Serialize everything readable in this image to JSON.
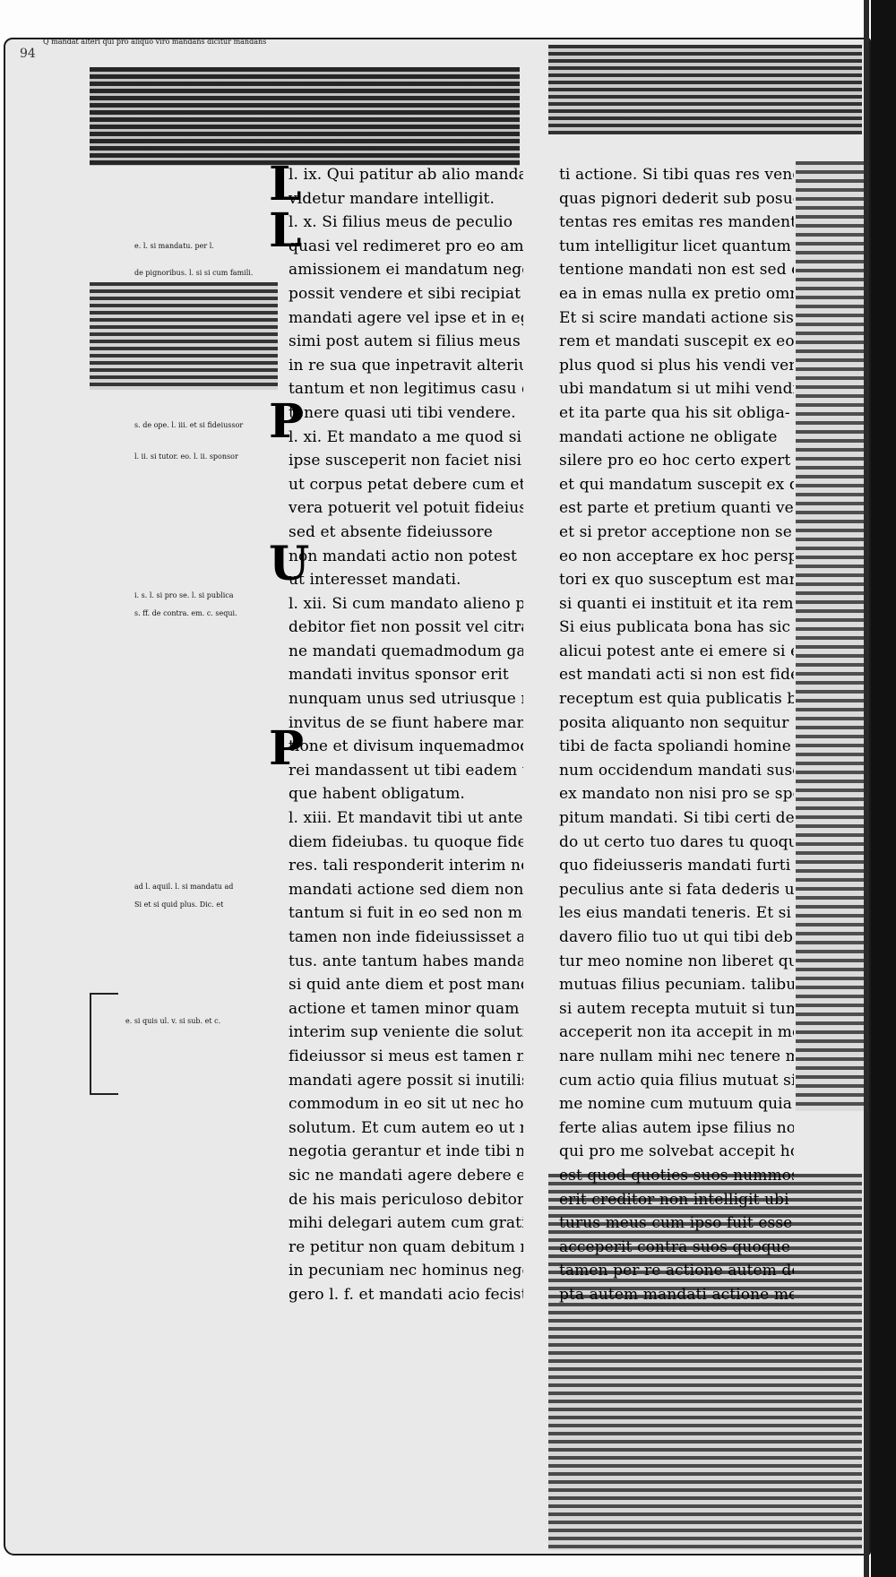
{
  "folio": "94",
  "header_note": "Q mandat alteri qui pro aliquo viro mandans dicitur mandans",
  "column_a": {
    "initials": [
      "L",
      "L",
      "P",
      "U",
      "P"
    ],
    "lines": [
      "l. ix. Qui patitur ab alio mandasse",
      "videtur mandare intelligit.",
      "l. x. Si filius meus de peculio",
      "quasi vel redimeret pro eo amisit",
      "amissionem ei mandatum negotium habet",
      "possit vendere et sibi recipiat",
      "mandati agere vel ipse et in egi-",
      "simi post autem si filius meus",
      "in re sua que inpetravit alterius volu-",
      "tantum et non legitimus casu debere mandati",
      "tenere quasi uti tibi vendere.",
      "l. xi. Et mandato a me quod si",
      "ipse susceperit non faciet nisi",
      "ut corpus petat debere cum et ille",
      "vera potuerit vel potuit fideiussori",
      "sed et absente fideiussore",
      "non mandati actio non potest",
      "ut interesset mandati.",
      "l. xii. Si cum mandato alieno peti-",
      "debitor fiet non possit vel citra actio-",
      "ne mandati quemadmodum galieni",
      "mandati invitus sponsor erit",
      "nunquam unus sed utriusque mandati",
      "invitus de se fiunt habere mandati ac-",
      "tione et divisum inquemadmodum si duo",
      "rei mandassent ut tibi eadem utri-",
      "que habent obligatum.",
      "l. xiii. Et mandavit tibi ut ante in-",
      "diem fideiubas. tu quoque fideiussisti solutus",
      "res. tali responderit interim non est",
      "mandati actione sed diem non excepit",
      "tantum si fuit in eo sed non mandati",
      "tamen non inde fideiussisset ante die solu-",
      "tus. ante tantum habes mandati actione",
      "si quid ante diem et post mandati",
      "actione et tamen minor quam",
      "interim sup veniente die soluti",
      "fideiussor si meus est tamen nec tibi",
      "mandati agere possit si inutilis ad hoc",
      "commodum in eo sit ut nec hoc ante die",
      "solutum. Et cum autem eo ut mea",
      "negotia gerantur et inde tibi mandato",
      "sic ne mandati agere debere et ut",
      "de his mais periculoso debitore sed",
      "mihi delegari autem cum gratis fideiusso-",
      "re petitur non quam debitum me",
      "in pecuniam nec hominus negotium illi",
      "gero l. f. et mandati acio fecisti manda-"
    ]
  },
  "column_b": {
    "lines": [
      "ti actione. Si tibi quas res vendidit",
      "quas pignori dederit sub posuerit ex",
      "tentas res emitas res mandent manda-",
      "tum intelligitur licet quantum admeret in-",
      "tentione mandati non est sed et cum",
      "ea in emas nulla ex pretio omnia per se",
      "Et si scire mandati actione sisten",
      "rem et mandati suscepit ex eo",
      "plus quod si plus his vendi vendit",
      "ubi mandatum si ut mihi vendiderat",
      "et ita parte qua his sit obliga-",
      "mandati actione ne obligate",
      "silere pro eo hoc certo expert non",
      "et qui mandatum suscepit ex dubio",
      "est parte et pretium quanti vendere potest",
      "et si pretor acceptione non se necessarium",
      "eo non acceptare ex hoc perspicere si et emp-",
      "tori ex quo susceptum est mandati ut ita",
      "si quanti ei instituit et ita rem habet",
      "Si eius publicata bona has sic mandato",
      "alicui potest ante ei emere si enim tum",
      "est mandati acti si non est fides et",
      "receptum est quia publicatis bonis quaeque",
      "posita aliquanto non sequitur fiscus Si",
      "tibi de facta spoliandi homine vel vene-",
      "num occidendum mandati susceperit",
      "ex mandato non nisi pro se sponte",
      "pitum mandati. Si tibi certi de-",
      "do ut certo tuo dares tu quoque non debet",
      "quo fideiusseris mandati furti teneri te",
      "peculius ante si fata dederis ut conti-",
      "les eius mandati teneris. Et si man-",
      "davero filio tuo ut qui tibi debeam solu-",
      "tur meo nomine non liberet quia liberis",
      "mutuas filius pecuniam. talibus cuiusque",
      "si autem recepta mutuit si tum filius nomine",
      "acceperit non ita accepit in meo nomi-",
      "nare nullam mihi nec tenere mandati me",
      "cum actio quia filius mutuat sit ut pecu-",
      "me nomine cum mutuum quia cognosce re-",
      "ferte alias autem ipse filius nomine suo",
      "qui pro me solvebat accepit hoc verius",
      "est quod quoties suos nummos accepe-",
      "erit creditor non intelligit ubi credi-",
      "turus meus cum ipso fuit esse pecuniam",
      "acceperit contra suos quoque tamen tales",
      "tamen per re actione autem debitore acce-",
      "pta autem mandati actione me ex"
    ]
  },
  "margin_notes": [
    {
      "text": "e. l. si mandatu. per l.",
      "label": "note-1"
    },
    {
      "text": "de pignoribus. l. si si cum famili.",
      "label": "note-2"
    },
    {
      "text": "s. de ope. l. iii. et si fideiussor",
      "label": "note-3"
    },
    {
      "text": "l. ii. si tutor. eo. l. ii. sponsor",
      "label": "note-4"
    },
    {
      "text": "i. s. l. si pro se. l. si publica",
      "label": "note-5"
    },
    {
      "text": "s. ff. de contra. em. c. sequi.",
      "label": "note-6"
    },
    {
      "text": "ad l. aquil. l. si mandatu ad",
      "label": "note-7"
    },
    {
      "text": "Si et si quid plus. Dic. et",
      "label": "note-8"
    },
    {
      "text": "e. si quis ul. v. si sub. et c.",
      "label": "note-9"
    }
  ]
}
